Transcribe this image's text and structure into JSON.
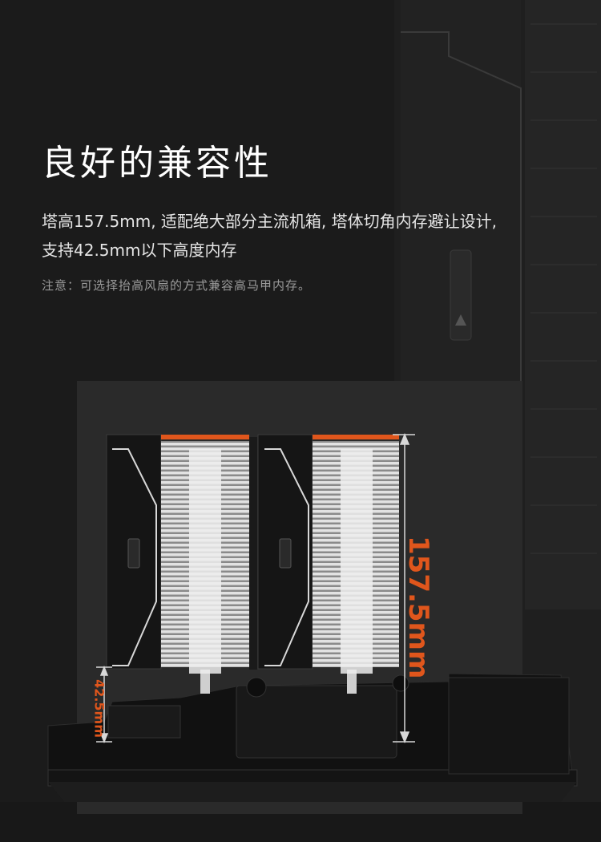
{
  "header": {
    "title": "良好的兼容性",
    "description_line1": "塔高157.5mm, 适配绝大部分主流机箱, 塔体切角内存避让设计,",
    "description_line2": "支持42.5mm以下高度内存",
    "note": "注意：可选择抬高风扇的方式兼容高马甲内存。"
  },
  "dimensions": {
    "tower_height_label": "157.5mm",
    "ram_clearance_label": "42.5mm"
  },
  "colors": {
    "background": "#1b1b1b",
    "accent": "#e0561c",
    "fin": "#d9d9d9",
    "fan_body": "#151515"
  }
}
